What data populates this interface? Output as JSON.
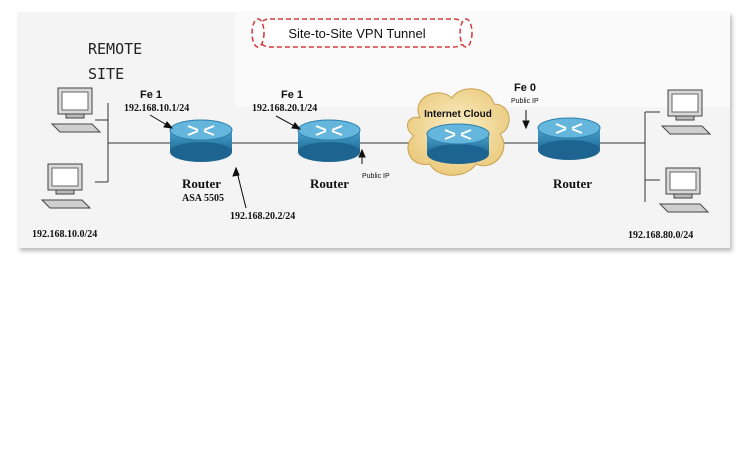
{
  "diagram": {
    "tunnel_label": "Site-to-Site VPN Tunnel",
    "remote_site_line1": "REMOTE",
    "remote_site_line2": "SITE",
    "left_lan": "192.168.10.0/24",
    "right_lan": "192.168.80.0/24",
    "router1": {
      "port": "Fe 1",
      "ip": "192.168.10.1/24",
      "label": "Router",
      "sublabel": "ASA 5505",
      "outside_ip": "192.168.20.2/24"
    },
    "router2": {
      "port": "Fe 1",
      "ip": "192.168.20.1/24",
      "label": "Router",
      "public": "Public IP"
    },
    "cloud": {
      "label": "Internet Cloud"
    },
    "router3": {
      "port": "Fe 0",
      "public": "Public IP",
      "label": "Router"
    }
  },
  "colors": {
    "router_body": "#2f87b8",
    "router_top": "#5fb0d8",
    "cloud_fill": "#f4dfa6",
    "tunnel_border": "#d23a3a",
    "panel_bg": "#f4f4f4"
  }
}
